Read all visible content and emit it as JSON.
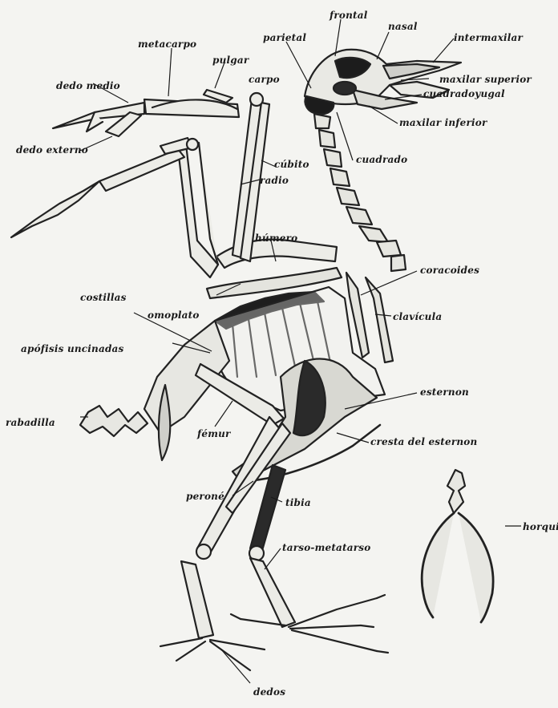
{
  "labels": {
    "frontal": "frontal",
    "nasal": "nasal",
    "parietal": "parietal",
    "metacarpo": "metacarpo",
    "pulgar": "pulgar",
    "intermaxilar": "intermaxilar",
    "carpo": "carpo",
    "dedo_medio": "dedo medio",
    "maxilar_superior": "maxilar superior",
    "cuadradoyugal": "cuadradoyugal",
    "maxilar_inferior": "maxilar inferior",
    "dedo_externo": "dedo externo",
    "cubito": "cúbito",
    "cuadrado": "cuadrado",
    "radio": "radio",
    "humero": "húmero",
    "coracoides": "coracoides",
    "costillas": "costillas",
    "omoplato": "omoplato",
    "clavicula": "clavícula",
    "apofisis_uncinadas": "apófisis uncinadas",
    "esternon": "esternon",
    "rabadilla": "rabadilla",
    "femur": "fémur",
    "cresta_del_esternon": "cresta del esternon",
    "perone": "peroné",
    "tibia": "tibia",
    "horquilla": "horquilla",
    "tarso_metatarso": "tarso-metatarso",
    "dedos": "dedos"
  }
}
